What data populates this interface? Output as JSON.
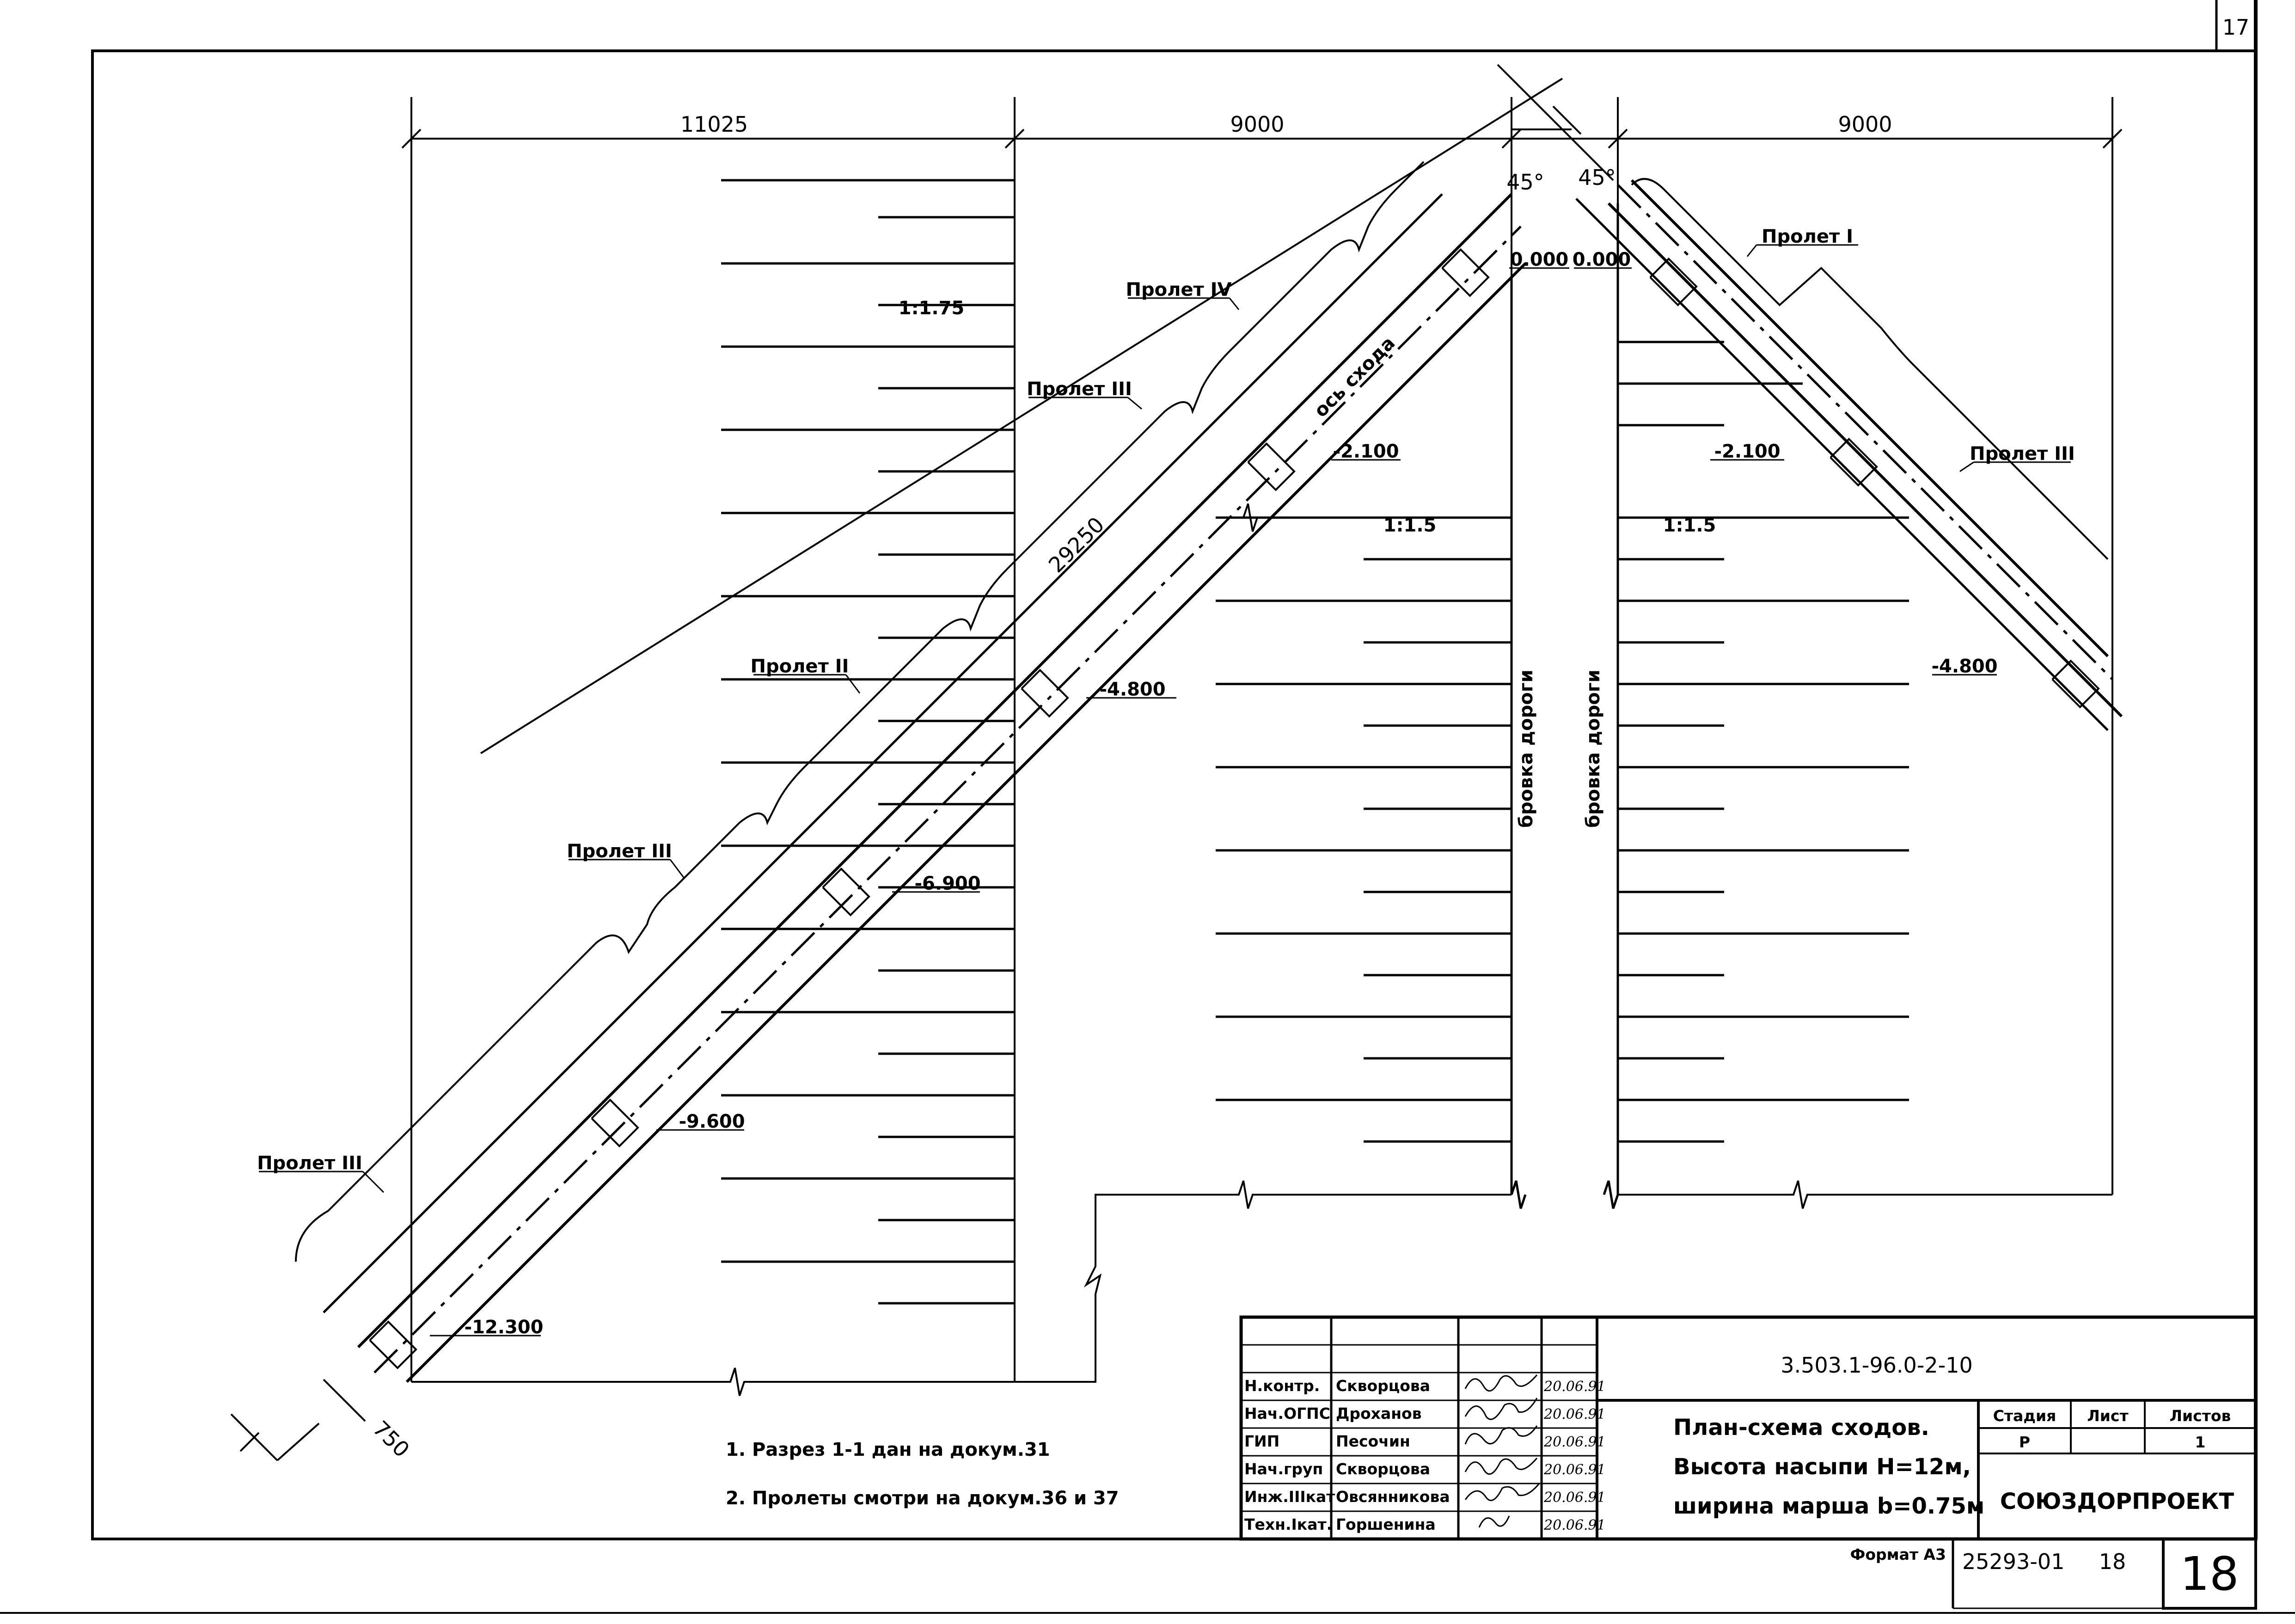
{
  "sheet_top_number": "17",
  "dimensions": {
    "top_left": "11025",
    "top_middle": "9000",
    "top_right": "9000",
    "stair_length": "29250",
    "march_width": "750"
  },
  "angles": {
    "left": "45°",
    "right": "45°"
  },
  "slopes": {
    "upper_left": "1:1.75",
    "lower_left": "1:1.5",
    "lower_right": "1:1.5"
  },
  "road_edge_label": "бровка дороги",
  "axis_label": "ось схода",
  "spans": {
    "left_iv": "Пролет IV",
    "left_iii_a": "Пролет III",
    "left_ii": "Пролет II",
    "left_iii_b": "Пролет III",
    "left_iii_c": "Пролет III",
    "right_i": "Пролет I",
    "right_iii": "Пролет III"
  },
  "elevations": {
    "left_top": "0.000",
    "right_top": "0.000",
    "left_2100": "-2.100",
    "right_2100": "-2.100",
    "left_4800": "-4.800",
    "right_4800": "-4.800",
    "e6900": "-6.900",
    "e9600": "-9.600",
    "e12300": "-12.300"
  },
  "notes": [
    "1. Разрез 1-1 дан на докум.31",
    "2. Пролеты смотри на докум.36 и 37"
  ],
  "title_block": {
    "doc_code": "3.503.1-96.0-2-10",
    "title_line1": "План-схема сходов.",
    "title_line2": "Высота насыпи Н=12м,",
    "title_line3": "ширина марша b=0.75м",
    "stage_header": "Стадия",
    "sheet_header": "Лист",
    "sheets_header": "Листов",
    "stage_value": "Р",
    "sheets_value": "1",
    "organization": "СОЮЗДОРПРОЕКТ",
    "roles": [
      "Н.контр.",
      "Нач.ОГПС",
      "ГИП",
      "Нач.груп",
      "Инж.IIIкат",
      "Техн.Iкат."
    ],
    "names": [
      "Скворцова",
      "Дроханов",
      "Песочин",
      "Скворцова",
      "Овсянникова",
      "Горшенина"
    ],
    "dates": [
      "20.06.91",
      "20.06.91",
      "20.06.91",
      "20.06.91",
      "20.06.91",
      "20.06.91"
    ],
    "format_label": "Формат А3",
    "inventory_number": "25293-01",
    "page_small": "18",
    "page_big": "18"
  }
}
